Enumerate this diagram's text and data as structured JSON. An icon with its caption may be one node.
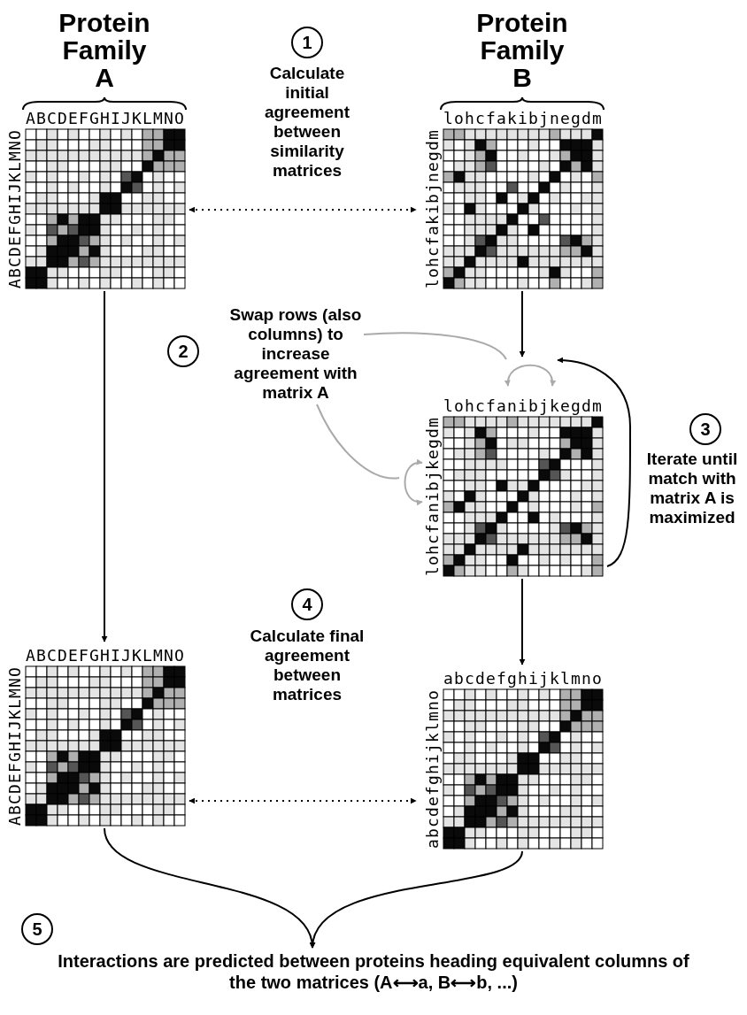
{
  "diagram": {
    "nodes": [
      {
        "text": [
          "Protein Family A",
          "ABCDEFGHIJKLMNO",
          "ABCDEFGHIJKLMNO"
        ]
      },
      {
        "text": [
          "1"
        ],
        "beside": [
          "Calculate initial agreement between similarity matrices"
        ]
      },
      {
        "text": [
          "Protein Family B",
          "lohcfakibjnegdm",
          "lohcfakibjnegdm"
        ]
      },
      {
        "text": [
          "2"
        ]
      },
      {
        "text": [
          "Swap rows (also columns) to increase agreement with matrix A"
        ]
      },
      {
        "text": [
          "lohcfanibjkegdm",
          "lohcfanibjkegdm"
        ]
      },
      {
        "text": [
          "3"
        ],
        "beside": [
          "Iterate until match with matrix A is maximized"
        ]
      },
      {
        "text": [
          "ABCDEFGHIJKLMNO",
          "ABCDEFGHIJKLMNO"
        ]
      },
      {
        "text": [
          "4"
        ],
        "beside": [
          "Calculate final agreement between matrices"
        ]
      },
      {
        "text": [
          "abcdefghijklmno",
          "abcdefghijklmno"
        ]
      },
      {
        "text": [
          "5"
        ]
      },
      {
        "text": [
          "Interactions are predicted between proteins heading equivalent columns of the two matrices (A⟷a, B⟷b, ...)"
        ]
      }
    ],
    "edges": [
      {
        "from": 0,
        "to": 2,
        "arrow": "both",
        "style": "dashed"
      },
      {
        "from": 0,
        "to": 7,
        "arrow": "to"
      },
      {
        "from": 2,
        "to": 5,
        "arrow": "to"
      },
      {
        "from": 5,
        "to": 5,
        "arrow": "to"
      },
      {
        "from": 5,
        "to": 9,
        "arrow": "to"
      },
      {
        "from": 7,
        "to": 9,
        "arrow": "both",
        "style": "dashed"
      },
      {
        "from": 7,
        "to": 11,
        "arrow": "to"
      },
      {
        "from": 9,
        "to": 11,
        "arrow": "to"
      },
      {
        "from": 4,
        "to": 5,
        "arrow": "none",
        "color": "#aaaaaa"
      },
      {
        "from": 4,
        "to": 5,
        "arrow": "none",
        "color": "#aaaaaa"
      }
    ]
  }
}
